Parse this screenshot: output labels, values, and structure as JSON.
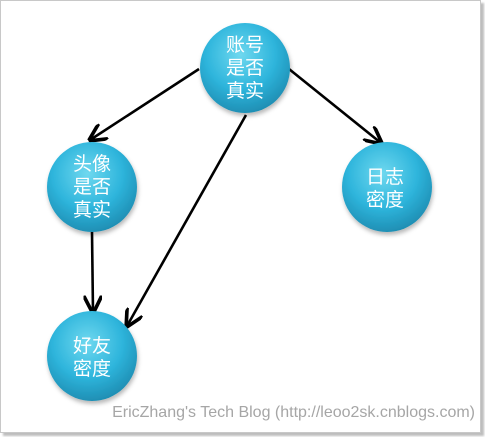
{
  "colors": {
    "node_fill_top": "#5fd0ea",
    "node_fill_mid": "#2eb5dc",
    "node_fill_bottom": "#1e8fb5",
    "node_text": "#ffffff",
    "edge": "#000000",
    "watermark": "#a6a6a6"
  },
  "nodes": {
    "account": {
      "lines": [
        "账号",
        "是否",
        "真实"
      ]
    },
    "avatar": {
      "lines": [
        "头像",
        "是否",
        "真实"
      ]
    },
    "log": {
      "lines": [
        "日志",
        "密度"
      ]
    },
    "friend": {
      "lines": [
        "好友",
        "密度"
      ]
    }
  },
  "edges": [
    {
      "from": "account",
      "to": "avatar"
    },
    {
      "from": "account",
      "to": "log"
    },
    {
      "from": "account",
      "to": "friend"
    },
    {
      "from": "avatar",
      "to": "friend"
    }
  ],
  "watermark": "EricZhang's Tech Blog (http://leoo2sk.cnblogs.com)"
}
